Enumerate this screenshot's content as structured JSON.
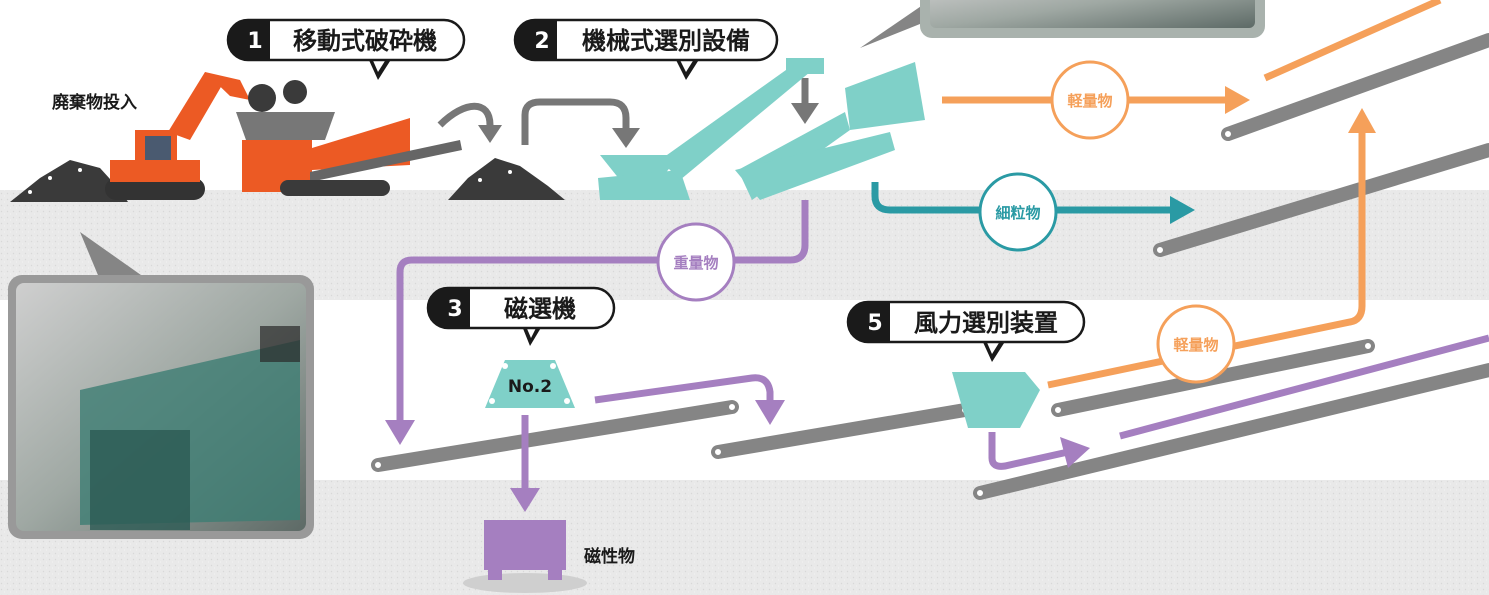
{
  "labels": {
    "waste_input": "廃棄物投入",
    "magnetic_material": "磁性物",
    "magnet_unit": "No.2"
  },
  "callouts": [
    {
      "num": "1",
      "label": "移動式破砕機"
    },
    {
      "num": "2",
      "label": "機械式選別設備"
    },
    {
      "num": "3",
      "label": "磁選機"
    },
    {
      "num": "5",
      "label": "風力選別装置"
    }
  ],
  "flow_labels": {
    "light_top": "軽量物",
    "fine": "細粒物",
    "heavy": "重量物",
    "light_bottom": "軽量物"
  },
  "colors": {
    "orange": "#f5a05a",
    "teal": "#2a9aa4",
    "teal_equipment": "#7fd0c8",
    "purple": "#a57fc0",
    "gray": "#858585",
    "machine_orange": "#ec5a24",
    "dark": "#1a1a1a"
  }
}
